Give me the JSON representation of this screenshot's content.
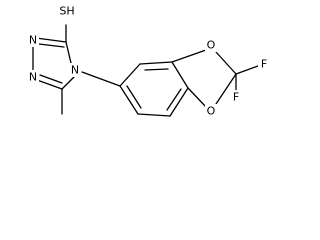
{
  "structure": {
    "atom_labels": {
      "sulfanyl": "SH",
      "nitrogen_1": "N",
      "nitrogen_2": "N",
      "nitrogen_4": "N",
      "oxygen_top": "O",
      "oxygen_bottom": "O",
      "fluorine_right": "F",
      "fluorine_bottom": "F"
    }
  }
}
